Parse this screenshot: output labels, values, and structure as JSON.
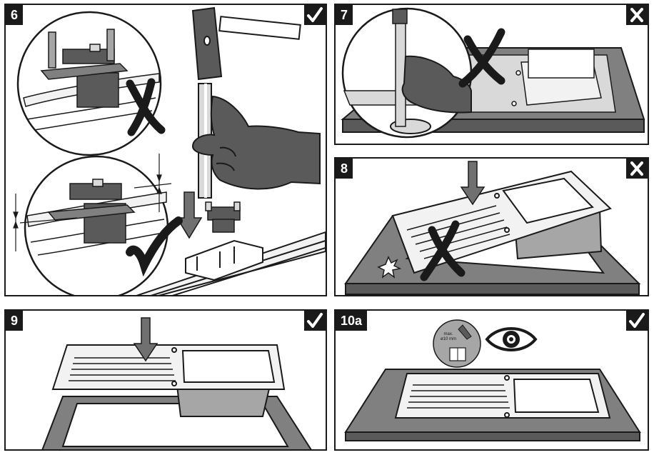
{
  "panels": [
    {
      "number": "6",
      "status": "correct"
    },
    {
      "number": "7",
      "status": "wrong"
    },
    {
      "number": "8",
      "status": "wrong"
    },
    {
      "number": "9",
      "status": "correct"
    },
    {
      "number": "10a",
      "status": "correct"
    }
  ],
  "panel10a_note": {
    "line1": "max.",
    "line2": "ø10 mm"
  },
  "colors": {
    "counter": "#808080",
    "dark": "#1a1a1a",
    "glove": "#5a5a5a",
    "basin_side": "#a6a6a6",
    "metal": "#d9d9d9"
  },
  "icons": [
    "hammer-icon",
    "glove-hand-icon",
    "check-icon",
    "cross-icon",
    "arrow-down-icon",
    "eye-icon",
    "drill-manual-icon",
    "spark-icon"
  ]
}
